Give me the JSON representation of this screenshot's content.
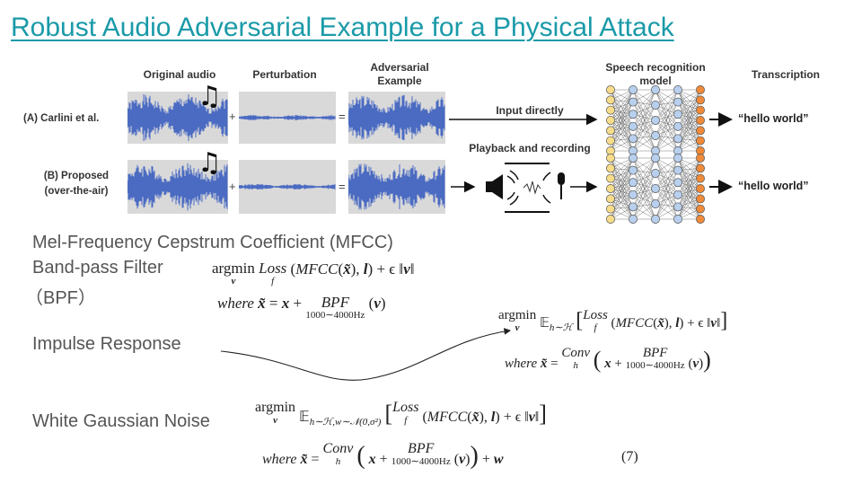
{
  "title": "Robust Audio Adversarial Example for a Physical Attack",
  "figure": {
    "col_original": "Original audio",
    "col_perturbation": "Perturbation",
    "col_adversarial": "Adversarial\nExample",
    "col_model": "Speech recognition\nmodel",
    "col_transcription": "Transcription",
    "row_a_label": "(A) Carlini et al.",
    "row_b_label": "(B) Proposed\n(over-the-air)",
    "input_directly": "Input directly",
    "playback": "Playback and recording",
    "plus": "+",
    "equals": "=",
    "output_a": "“hello world”",
    "output_b": "“hello world”",
    "colors": {
      "wave": "#3b5fc0",
      "wave_bg": "#d9d9d9",
      "node_yellow": "#f7dc8a",
      "node_blue": "#b8d0ee",
      "node_orange": "#ee8a3a"
    }
  },
  "bullets": {
    "mfcc": "Mel-Frequency Cepstrum Coefficient (MFCC)",
    "bpf1": "Band-pass Filter",
    "bpf2": "（BPF）",
    "impulse": "Impulse Response",
    "noise": "White Gaussian Noise"
  },
  "equations": {
    "argmin": "argmin",
    "v": "v",
    "loss": "Loss",
    "f": "f",
    "mfcc": "MFCC",
    "where": "where",
    "bpf": "BPF",
    "range": "1000∼4000Hz",
    "conv": "Conv",
    "h": "h",
    "e1": "𝔼",
    "e1_sub": "h∼ℋ",
    "e2_sub": "h∼ℋ,w∼𝒩(0,σ²)",
    "eq_number": "(7)"
  }
}
